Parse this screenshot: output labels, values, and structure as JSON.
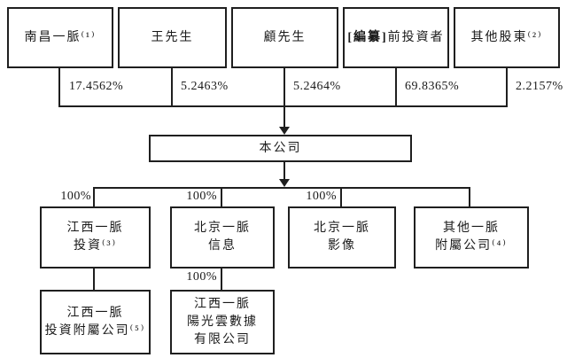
{
  "diagram": {
    "title": "shareholding-structure-chart",
    "company": {
      "label": "本公司"
    },
    "shareholders": [
      {
        "name": "南昌一脈⁽¹⁾",
        "stake": "17.4562%"
      },
      {
        "name": "王先生",
        "stake": "5.2463%"
      },
      {
        "name": "顧先生",
        "stake": "5.2464%"
      },
      {
        "name_prefix_bold": "[編纂]",
        "name": "前投資者",
        "stake": "69.8365%"
      },
      {
        "name": "其他股東⁽²⁾",
        "stake": "2.2157%"
      }
    ],
    "subsidiaries": [
      {
        "lines": [
          "江西一脈",
          "投資⁽³⁾"
        ],
        "stake": "100%"
      },
      {
        "lines": [
          "北京一脈",
          "信息"
        ],
        "stake": "100%"
      },
      {
        "lines": [
          "北京一脈",
          "影像"
        ],
        "stake": "100%"
      },
      {
        "lines": [
          "其他一脈",
          "附屬公司⁽⁴⁾"
        ]
      }
    ],
    "sub_subsidiaries": [
      {
        "lines": [
          "江西一脈",
          "投資附屬公司⁽⁵⁾"
        ]
      },
      {
        "lines": [
          "江西一脈",
          "陽光雲數據",
          "有限公司"
        ],
        "stake": "100%"
      }
    ],
    "colors": {
      "line": "#1f1f1f",
      "background": "#ffffff"
    }
  }
}
